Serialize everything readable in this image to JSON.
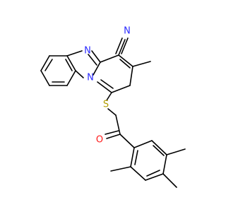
{
  "molecule": {
    "atoms": [
      {
        "id": "N1",
        "label": "N",
        "color": "#2b2bff"
      },
      {
        "id": "N2",
        "label": "N",
        "color": "#2b2bff"
      },
      {
        "id": "N3",
        "label": "N",
        "color": "#2b2bff"
      },
      {
        "id": "S1",
        "label": "S",
        "color": "#b3a000"
      },
      {
        "id": "O1",
        "label": "O",
        "color": "#ff1a1a"
      }
    ]
  }
}
